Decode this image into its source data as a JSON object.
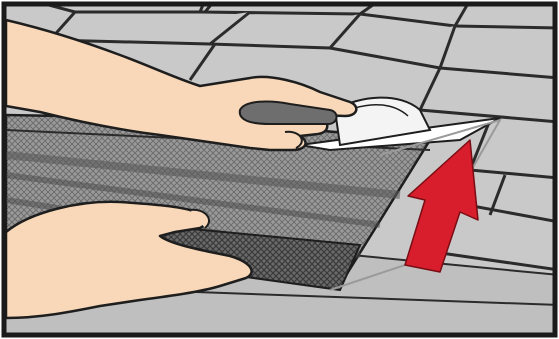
{
  "illustration": {
    "colors": {
      "frame": "#1a1a1a",
      "roof": "#c9c9c9",
      "roof_shade": "#bdbdbd",
      "shingle_lines": "#2b2b2b",
      "gutter_guard_light": "#8f8f8f",
      "gutter_guard_dark": "#5e5e5e",
      "mesh": "#3f3f3f",
      "skin": "#f8d8b8",
      "skin_outline": "#1e1e1e",
      "backing_paper": "#f4f4f4",
      "arrow": "#d81e2c",
      "tape_tool": "#6e6e6e"
    },
    "elements": [
      "roof-shingles",
      "gutter-guard",
      "adhesive-backing-strip",
      "upper-hand",
      "lower-hand",
      "up-arrow"
    ]
  }
}
